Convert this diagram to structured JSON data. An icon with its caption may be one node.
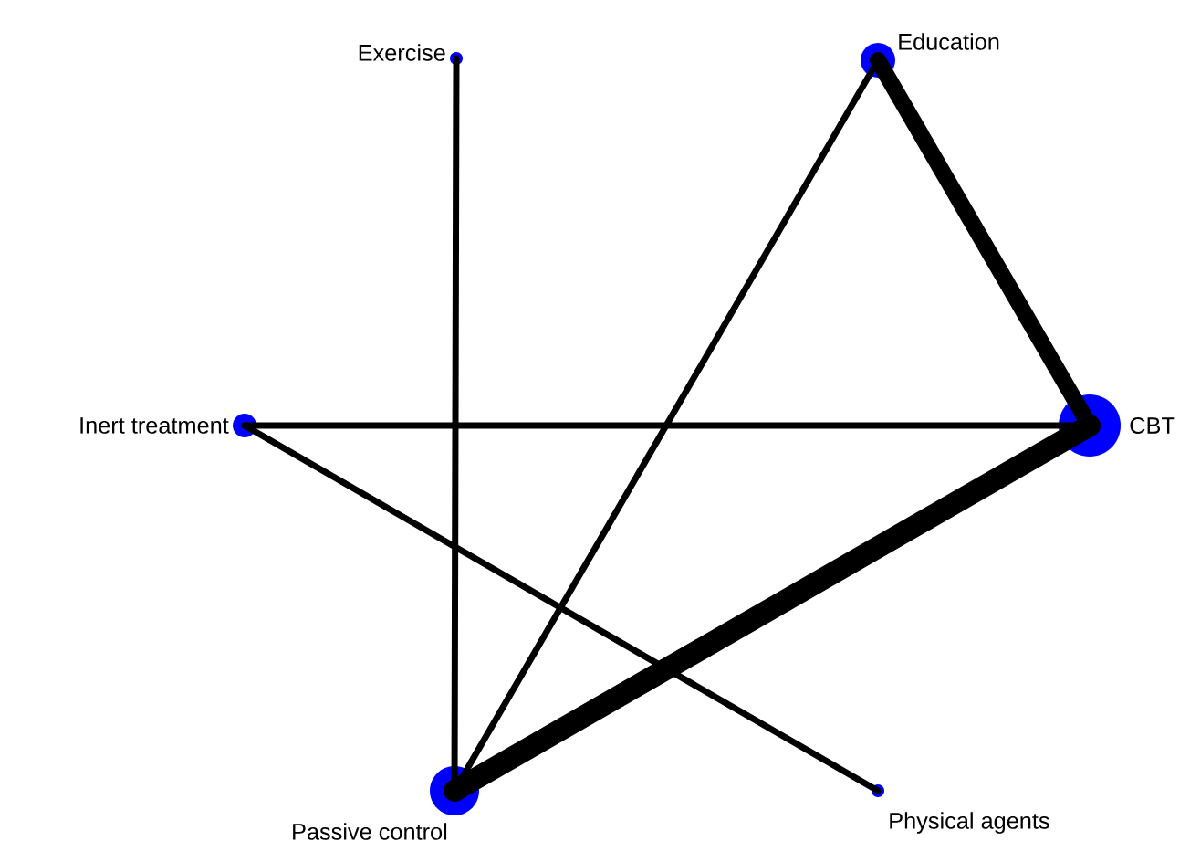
{
  "diagram": {
    "nodes": [
      {
        "text": [
          "Exercise"
        ]
      },
      {
        "text": [
          "Education"
        ]
      },
      {
        "text": [
          "Inert treatment"
        ]
      },
      {
        "text": [
          "CBT"
        ]
      },
      {
        "text": [
          "Passive control"
        ]
      },
      {
        "text": [
          "Physical agents"
        ]
      }
    ],
    "edges": [
      {
        "from": 0,
        "to": 4,
        "arrow": "none"
      },
      {
        "from": 1,
        "to": 3,
        "arrow": "none",
        "style": "thick"
      },
      {
        "from": 1,
        "to": 4,
        "arrow": "none"
      },
      {
        "from": 2,
        "to": 3,
        "arrow": "none"
      },
      {
        "from": 2,
        "to": 5,
        "arrow": "none"
      },
      {
        "from": 3,
        "to": 4,
        "arrow": "none",
        "style": "thick"
      }
    ]
  }
}
